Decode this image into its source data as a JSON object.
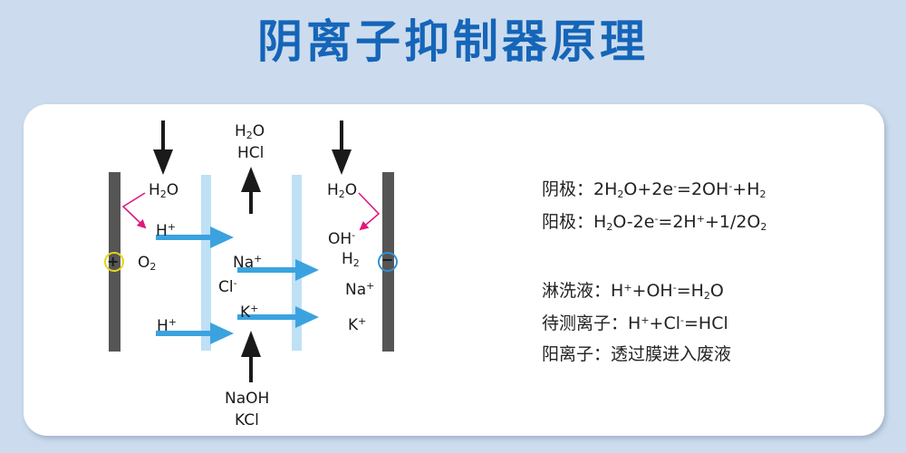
{
  "title": "阴离子抑制器原理",
  "diagram": {
    "top_left_in": "H2O",
    "top_center_out": [
      "H2O",
      "HCl"
    ],
    "top_right_in": "H2O",
    "bottom_in": [
      "NaOH",
      "KCl"
    ],
    "anode_sign": "+",
    "cathode_sign": "−",
    "left_chamber": {
      "h2o": "H2O",
      "h_plus_top": "H+",
      "o2": "O2",
      "h_plus_bottom": "H+"
    },
    "center_chamber": {
      "na_plus": "Na+",
      "cl_minus": "Cl-",
      "k_plus": "K+"
    },
    "right_chamber": {
      "h2o": "H2O",
      "oh_minus": "OH-",
      "h2": "H2",
      "na_plus": "Na+",
      "k_plus": "K+"
    },
    "colors": {
      "ion_arrow": "#3aa3df",
      "electrode": "#555555",
      "membrane": "#bfe0f5",
      "redox_arrow": "#e0197d",
      "flow_arrow": "#1a1a1a",
      "anode_ring": "#e8d21a",
      "cathode_ring": "#2e8fd8"
    }
  },
  "equations": {
    "cathode_label": "阴极：",
    "cathode": "2H2O+2e-=2OH-+H2",
    "anode_label": "阳极：",
    "anode": "H2O-2e-=2H++1/2O2",
    "rinse_label": "淋洗液：",
    "rinse": "H++OH-=H2O",
    "sample_label": "待测离子：",
    "sample": "H++Cl-=HCl",
    "cation_label": "阳离子：",
    "cation": "透过膜进入废液"
  }
}
